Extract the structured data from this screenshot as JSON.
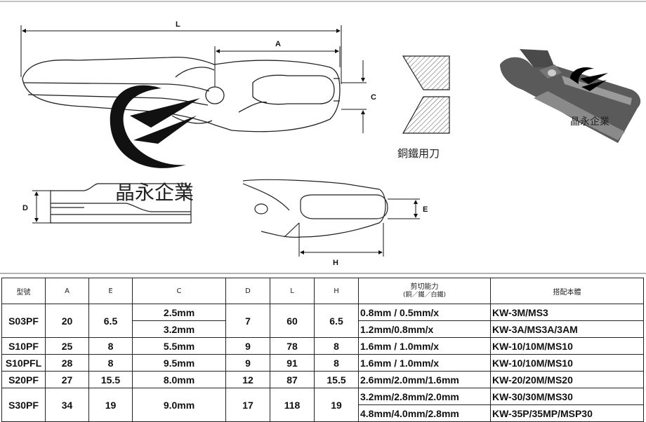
{
  "dimensions": {
    "L": "L",
    "A": "A",
    "C": "C",
    "D": "D",
    "E": "E",
    "H": "H"
  },
  "blade_caption": "銅鐵用刀",
  "watermark_text": "晶永企業",
  "table": {
    "headers": {
      "model": "型號",
      "a": "A",
      "e": "E",
      "c": "C",
      "d": "D",
      "l": "L",
      "h": "H",
      "capacity": "剪切能力",
      "capacity_sub": "(銅／鐵／白鐵)",
      "tool": "搭配本體"
    },
    "rows": [
      {
        "model": "S03PF",
        "a": "20",
        "e": "6.5",
        "c": "2.5mm",
        "d": "7",
        "l": "60",
        "h": "6.5",
        "capacity": "0.8mm / 0.5mm/x",
        "tool": "KW-3M/MS3"
      },
      {
        "c": "3.2mm",
        "capacity": "1.2mm/0.8mm/x",
        "tool": "KW-3A/MS3A/3AM"
      },
      {
        "model": "S10PF",
        "a": "25",
        "e": "8",
        "c": "5.5mm",
        "d": "9",
        "l": "78",
        "h": "8",
        "capacity": "1.6mm / 1.0mm/x",
        "tool": "KW-10/10M/MS10"
      },
      {
        "model": "S10PFL",
        "a": "28",
        "e": "8",
        "c": "9.5mm",
        "d": "9",
        "l": "91",
        "h": "8",
        "capacity": "1.6mm / 1.0mm/x",
        "tool": "KW-10/10M/MS10"
      },
      {
        "model": "S20PF",
        "a": "27",
        "e": "15.5",
        "c": "8.0mm",
        "d": "12",
        "l": "87",
        "h": "15.5",
        "capacity": "2.6mm/2.0mm/1.6mm",
        "tool": "KW-20/20M/MS20"
      },
      {
        "model": "S30PF",
        "a": "34",
        "e": "19",
        "c": "9.0mm",
        "d": "17",
        "l": "118",
        "h": "19",
        "capacity": "3.2mm/2.8mm/2.0mm",
        "tool": "KW-30/30M/MS30"
      },
      {
        "capacity": "4.8mm/4.0mm/2.8mm",
        "tool": "KW-35P/35MP/MSP30"
      }
    ]
  }
}
